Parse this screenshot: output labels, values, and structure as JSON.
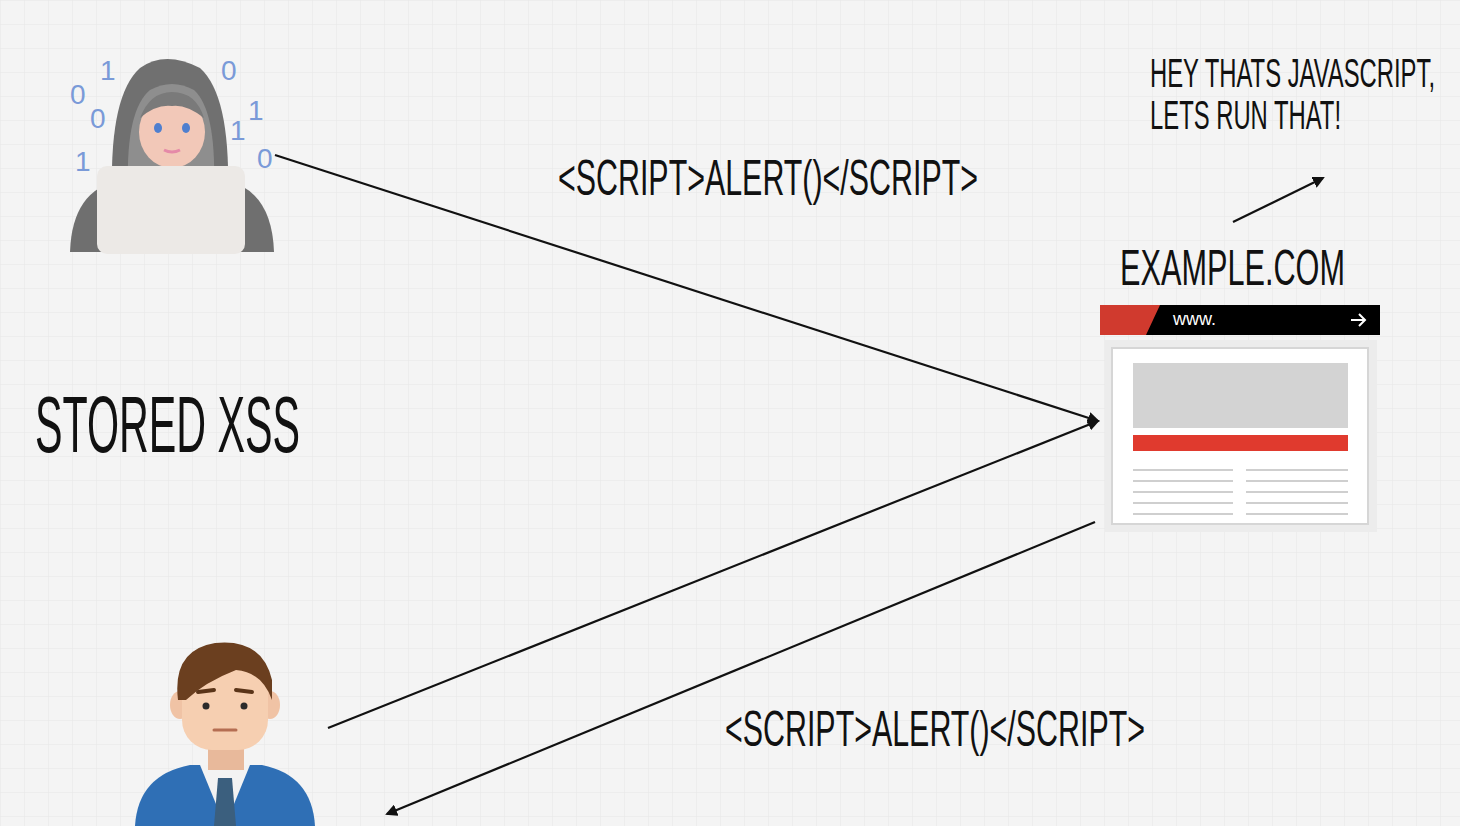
{
  "diagram": {
    "title": "STORED XSS",
    "nodes": [
      {
        "text": [
          "EXAMPLE.COM",
          "www."
        ]
      }
    ],
    "labels": [
      "0",
      "1",
      "0",
      "1",
      "0",
      "1",
      "1",
      "0",
      "<SCRIPT>ALERT()</SCRIPT>",
      "HEY THATS JAVASCRIPT, LETS RUN THAT!",
      "<SCRIPT>ALERT()</SCRIPT>"
    ]
  }
}
